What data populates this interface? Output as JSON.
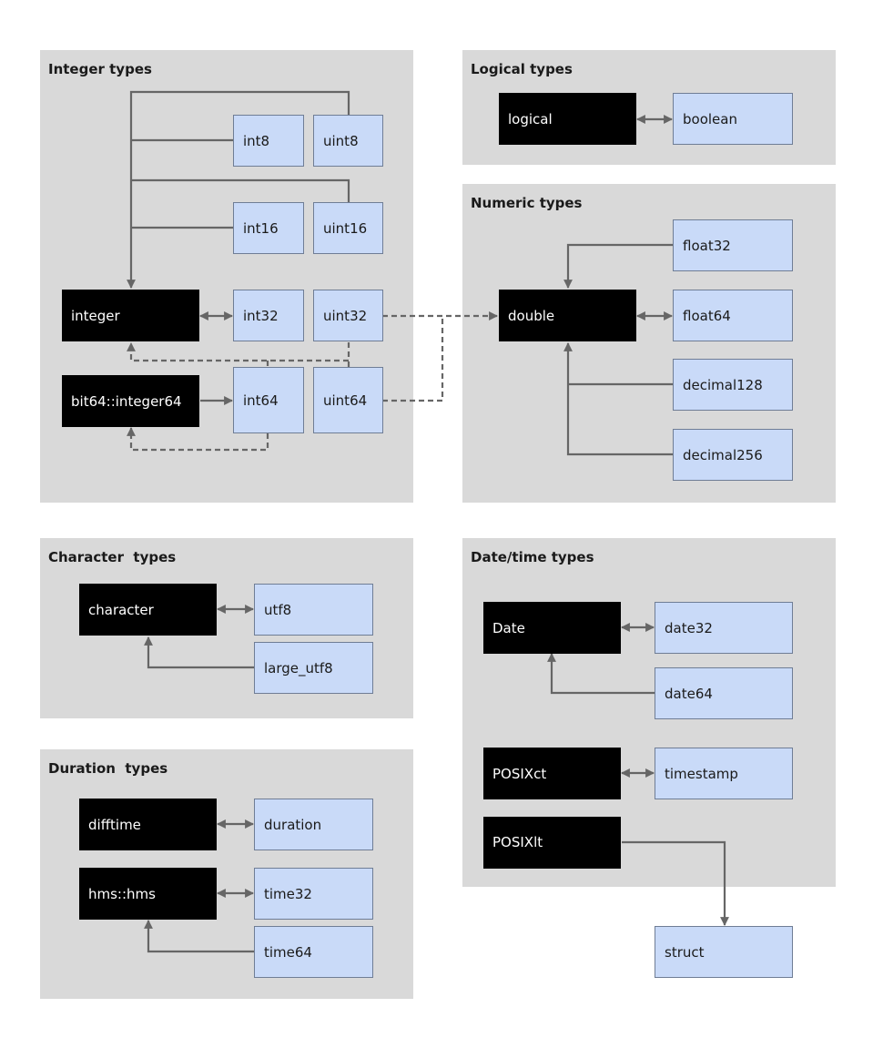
{
  "panels": {
    "integer": "Integer types",
    "logical": "Logical types",
    "numeric": "Numeric types",
    "character": "Character  types",
    "duration": "Duration  types",
    "datetime": "Date/time types"
  },
  "r_types": {
    "integer": "integer",
    "bit64": "bit64::integer64",
    "logical": "logical",
    "double": "double",
    "character": "character",
    "difftime": "difftime",
    "hms": "hms::hms",
    "date": "Date",
    "posixct": "POSIXct",
    "posixlt": "POSIXlt"
  },
  "arrow_types": {
    "int8": "int8",
    "uint8": "uint8",
    "int16": "int16",
    "uint16": "uint16",
    "int32": "int32",
    "uint32": "uint32",
    "int64": "int64",
    "uint64": "uint64",
    "boolean": "boolean",
    "float32": "float32",
    "float64": "float64",
    "decimal128": "decimal128",
    "decimal256": "decimal256",
    "utf8": "utf8",
    "large_utf8": "large_utf8",
    "duration": "duration",
    "time32": "time32",
    "time64": "time64",
    "date32": "date32",
    "date64": "date64",
    "timestamp": "timestamp",
    "struct": "struct"
  },
  "colors": {
    "panel": "#d9d9d9",
    "r_type_fill": "#000000",
    "arrow_type_fill": "#c9daf8",
    "connector": "#666666"
  }
}
